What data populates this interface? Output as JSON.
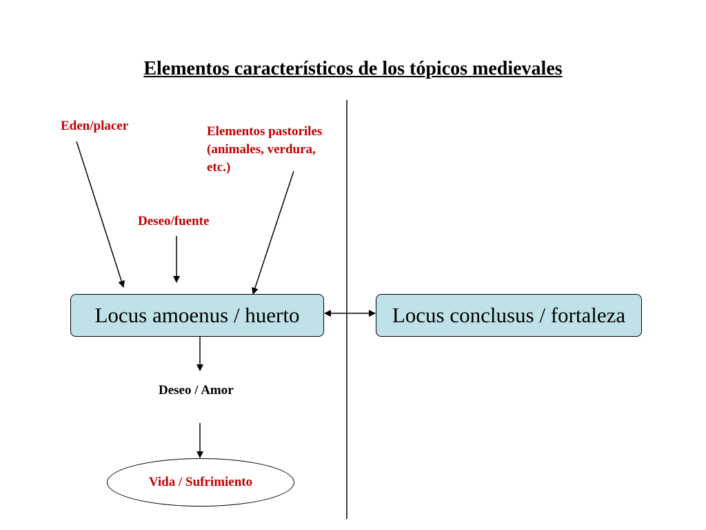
{
  "title": "Elementos característicos de los tópicos medievales",
  "labels": {
    "eden": "Eden/placer",
    "pastoriles_1": "Elementos pastoriles",
    "pastoriles_2": "(animales, verdura,",
    "pastoriles_3": "etc.)",
    "deseo_fuente": "Deseo/fuente",
    "deseo_amor": "Deseo / Amor"
  },
  "boxes": {
    "locus_amoenus": "Locus amoenus / huerto",
    "locus_conclusus": "Locus conclusus / fortaleza"
  },
  "ellipse": {
    "vida": "Vida / Sufrimiento"
  },
  "colors": {
    "label_red": "#c00000",
    "box_fill": "#bfe2e8"
  }
}
